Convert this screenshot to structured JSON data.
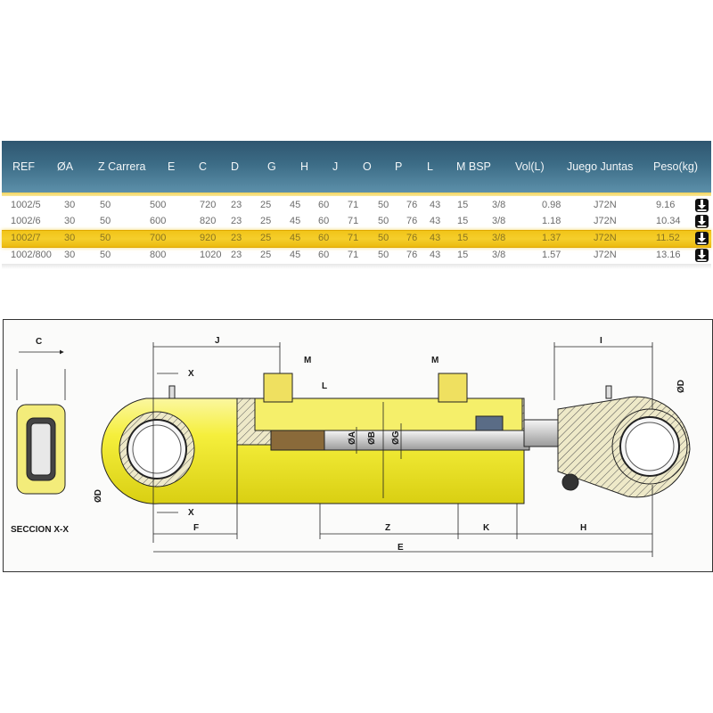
{
  "table": {
    "headers": [
      "REF",
      "ØA",
      "Z Carrera",
      "E",
      "C",
      "D",
      "G",
      "H",
      "J",
      "O",
      "P",
      "L",
      "M BSP",
      "Vol(L)",
      "Juego Juntas",
      "Peso(kg)"
    ],
    "rows": [
      {
        "ref": "1002/5",
        "a": "30",
        "z": "50",
        "e": "500",
        "c": "720",
        "d": "23",
        "g": "25",
        "h": "45",
        "j": "60",
        "o": "71",
        "p": "50",
        "l": "76",
        "x": "43",
        "m": "15",
        "bsp": "3/8",
        "vol": "0.98",
        "juntas": "J72N",
        "peso": "9.16"
      },
      {
        "ref": "1002/6",
        "a": "30",
        "z": "50",
        "e": "600",
        "c": "820",
        "d": "23",
        "g": "25",
        "h": "45",
        "j": "60",
        "o": "71",
        "p": "50",
        "l": "76",
        "x": "43",
        "m": "15",
        "bsp": "3/8",
        "vol": "1.18",
        "juntas": "J72N",
        "peso": "10.34"
      },
      {
        "ref": "1002/7",
        "a": "30",
        "z": "50",
        "e": "700",
        "c": "920",
        "d": "23",
        "g": "25",
        "h": "45",
        "j": "60",
        "o": "71",
        "p": "50",
        "l": "76",
        "x": "43",
        "m": "15",
        "bsp": "3/8",
        "vol": "1.37",
        "juntas": "J72N",
        "peso": "11.52"
      },
      {
        "ref": "1002/800",
        "a": "30",
        "z": "50",
        "e": "800",
        "c": "1020",
        "d": "23",
        "g": "25",
        "h": "45",
        "j": "60",
        "o": "71",
        "p": "50",
        "l": "76",
        "x": "43",
        "m": "15",
        "bsp": "3/8",
        "vol": "1.57",
        "juntas": "J72N",
        "peso": "13.16"
      }
    ],
    "highlight_row_index": 2,
    "download_icon": "download-icon"
  },
  "drawing": {
    "labels": {
      "c": "C",
      "section": "SECCION X-X",
      "j": "J",
      "x_top": "X",
      "x_bottom": "X",
      "m_left": "M",
      "m_right": "M",
      "l": "L",
      "d_left": "ØD",
      "d_right": "ØD",
      "a": "ØA",
      "b": "ØB",
      "g": "ØG",
      "i": "I",
      "f": "F",
      "z": "Z",
      "k": "K",
      "h": "H",
      "e": "E"
    }
  },
  "colors": {
    "header_dark": "#2f5670",
    "header_light": "#5c90aa",
    "highlight": "#f1c418",
    "cylinder_yellow": "#f6f04a",
    "outline": "#222222"
  }
}
